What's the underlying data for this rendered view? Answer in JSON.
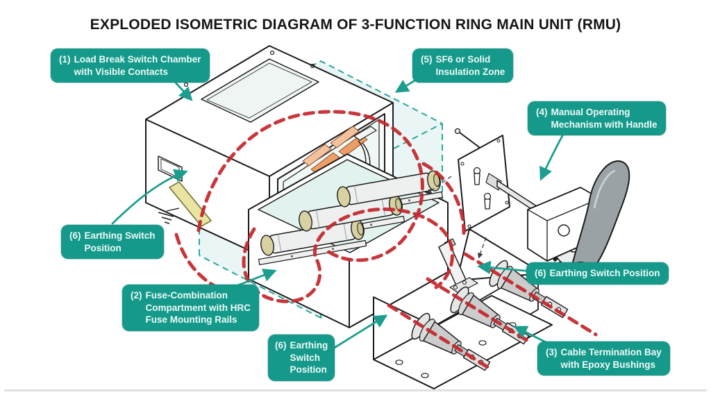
{
  "title": "EXPLODED ISOMETRIC DIAGRAM OF 3-FUNCTION RING MAIN UNIT (RMU)",
  "labels": [
    {
      "num": "(1)",
      "text": "Load Break Switch Chamber\nwith Visible Contacts"
    },
    {
      "num": "(5)",
      "text": "SF6 or Solid\nInsulation Zone"
    },
    {
      "num": "(4)",
      "text": "Manual Operating\nMechanism with Handle"
    },
    {
      "num": "(6)",
      "text": "Earthing Switch\nPosition"
    },
    {
      "num": "(2)",
      "text": "Fuse-Combination\nCompartment with HRC\nFuse Mounting Rails"
    },
    {
      "num": "(6)",
      "text": "Earthing Switch Position"
    },
    {
      "num": "(6)",
      "text": "Earthing\nSwitch\nPosition"
    },
    {
      "num": "(3)",
      "text": "Cable Termination Bay\nwith Epoxy Bushings"
    }
  ],
  "colors": {
    "label_background": "#14998b",
    "label_text": "#eefbf8",
    "arrow_teal": "#1b9e8f",
    "insulation_zone_teal": "#2aa79a",
    "circuit_path_red": "#c3262b",
    "outline_black": "#1a1a1a",
    "contact_orange": "#f0b48c",
    "earthing_lever_yellow": "#e9e4a2",
    "fuse_cap_tan": "#d8d2a2",
    "handle_gray": "#9aa2a6",
    "background": "#ffffff"
  }
}
